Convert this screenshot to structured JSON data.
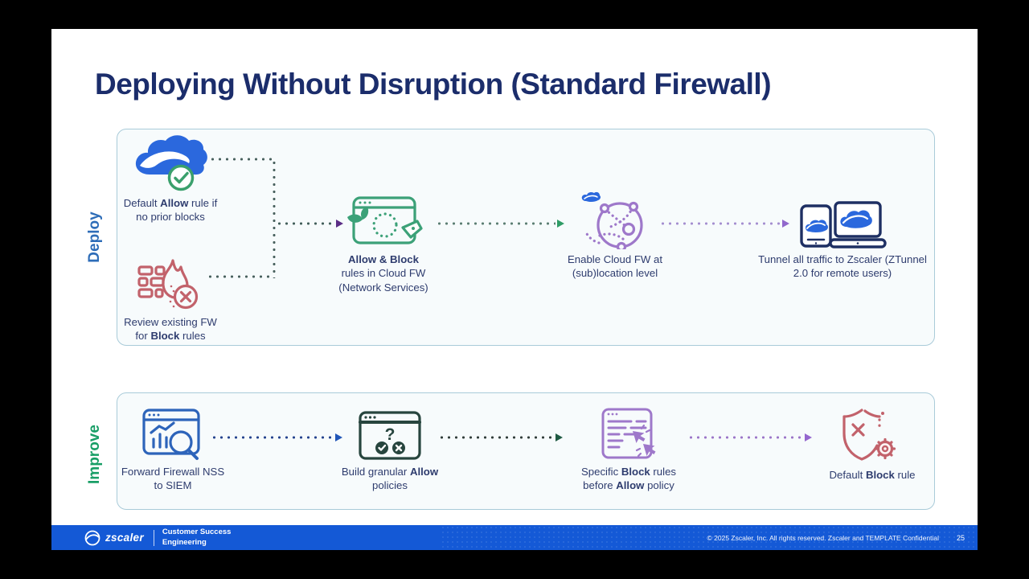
{
  "slide": {
    "title": "Deploying Without Disruption (Standard Firewall)"
  },
  "colors": {
    "title_navy": "#1b2d6b",
    "deploy_accent": "#2e6db8",
    "improve_accent": "#189e66",
    "box_border": "#a9cbd9",
    "box_bg": "#f7fbfc",
    "label_text": "#2e3c6e",
    "zscaler_blue": "#2b68dd",
    "coral_red": "#c2626b",
    "green": "#3ca178",
    "purple": "#9e78ca",
    "device_navy": "#1e2f63",
    "siem_blue": "#2d64ba",
    "dark_teal": "#27453e",
    "footer_blue": "#1459d6"
  },
  "deploy": {
    "label": "Deploy",
    "items": [
      {
        "icon": "zscaler-cloud-check-icon",
        "label": [
          {
            "t": "Default "
          },
          {
            "t": "Allow",
            "b": true
          },
          {
            "t": " rule if\nno prior blocks"
          }
        ]
      },
      {
        "icon": "firewall-review-icon",
        "label": [
          {
            "t": "Review existing FW\nfor "
          },
          {
            "t": "Block",
            "b": true
          },
          {
            "t": " rules"
          }
        ]
      },
      {
        "icon": "cloud-fw-rules-icon",
        "label": [
          {
            "t": "Allow & Block",
            "b": true
          },
          {
            "t": "\nrules in Cloud FW\n(Network Services)"
          }
        ]
      },
      {
        "icon": "enable-cloud-fw-icon",
        "label": [
          {
            "t": "Enable Cloud FW at\n(sub)location level"
          }
        ]
      },
      {
        "icon": "tunnel-devices-icon",
        "label": [
          {
            "t": "Tunnel all traffic to Zscaler (ZTunnel\n2.0 for remote users)"
          }
        ]
      }
    ]
  },
  "improve": {
    "label": "Improve",
    "items": [
      {
        "icon": "nss-siem-icon",
        "label": [
          {
            "t": "Forward Firewall NSS\nto SIEM"
          }
        ]
      },
      {
        "icon": "granular-allow-icon",
        "label": [
          {
            "t": "Build granular "
          },
          {
            "t": "Allow",
            "b": true
          },
          {
            "t": "\npolicies"
          }
        ]
      },
      {
        "icon": "specific-block-icon",
        "label": [
          {
            "t": "Specific "
          },
          {
            "t": "Block",
            "b": true
          },
          {
            "t": " rules\nbefore "
          },
          {
            "t": "Allow",
            "b": true
          },
          {
            "t": " policy"
          }
        ]
      },
      {
        "icon": "default-block-icon",
        "label": [
          {
            "t": "Default "
          },
          {
            "t": "Block",
            "b": true
          },
          {
            "t": " rule"
          }
        ]
      }
    ]
  },
  "footer": {
    "logo_text": "zscaler",
    "team_line1": "Customer Success",
    "team_line2": "Engineering",
    "copyright": "© 2025 Zscaler, Inc. All rights reserved. Zscaler and TEMPLATE Confidential",
    "page": "25"
  }
}
